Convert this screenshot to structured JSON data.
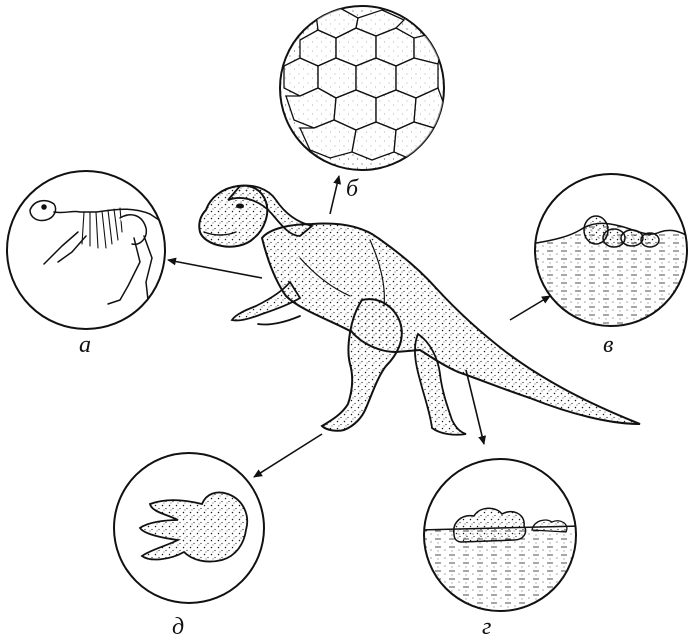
{
  "figure": {
    "labels": {
      "a": "а",
      "b": "б",
      "v": "в",
      "g": "г",
      "d": "д"
    },
    "colors": {
      "ink": "#111111",
      "paper": "#ffffff",
      "stipple": "#1a1a1a"
    },
    "panels": [
      {
        "key": "a",
        "subject": "skeleton-icon"
      },
      {
        "key": "b",
        "subject": "skin-scales-icon"
      },
      {
        "key": "v",
        "subject": "egg-nest-icon"
      },
      {
        "key": "g",
        "subject": "buried-eggs-icon"
      },
      {
        "key": "d",
        "subject": "footprint-icon"
      }
    ]
  }
}
